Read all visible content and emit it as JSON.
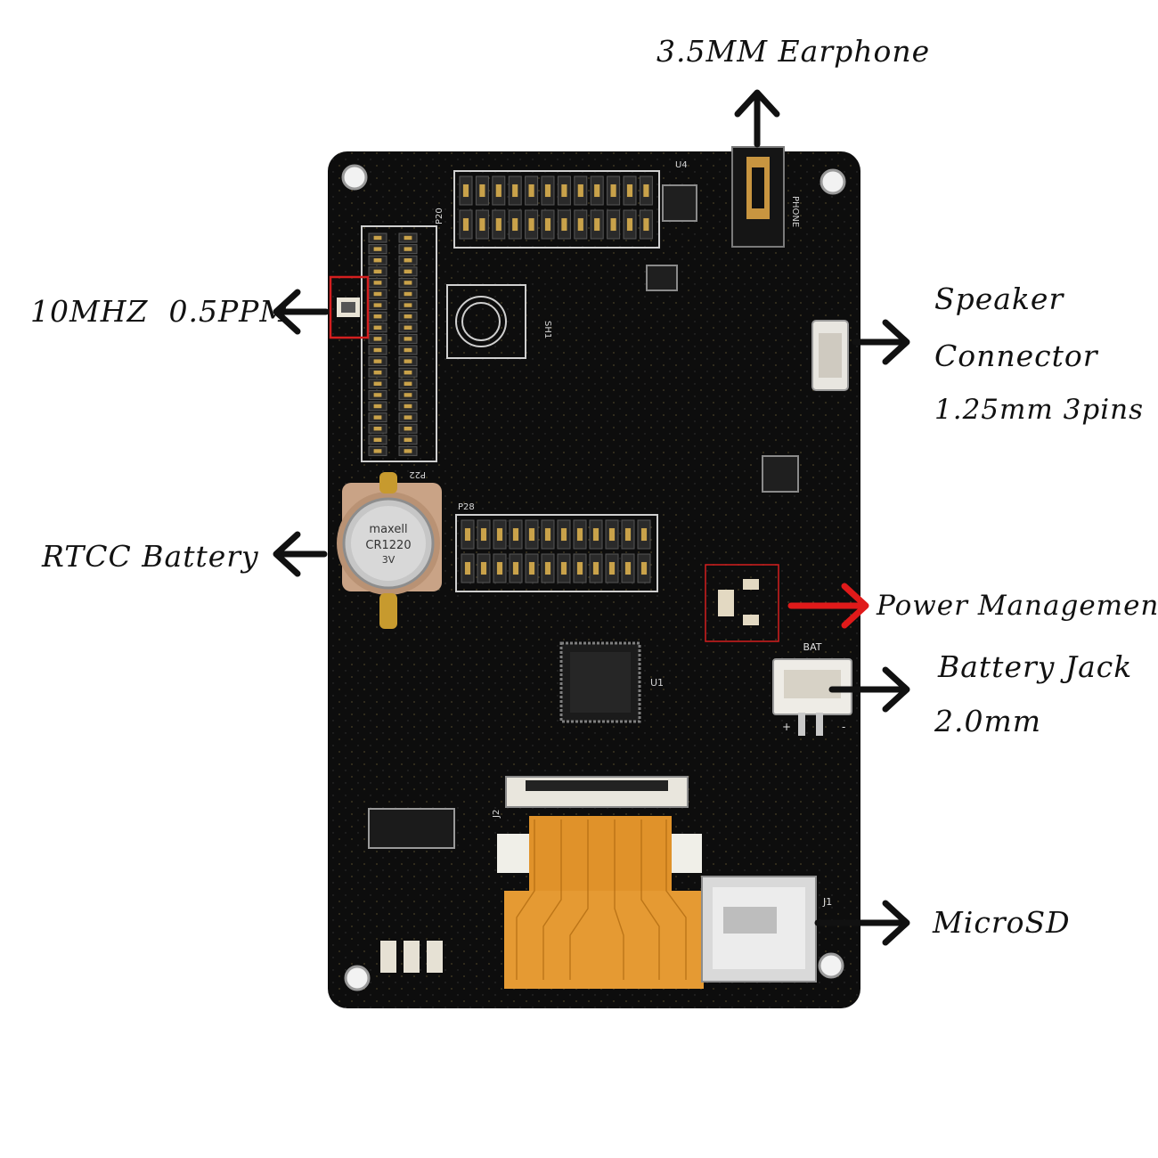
{
  "labels": {
    "earphone": "3.5MM Earphone",
    "crystal": "10MHZ  0.5PPM",
    "speaker_line1": "Speaker",
    "speaker_line2": "Connector",
    "speaker_line3": "1.25mm 3pins",
    "rtcc": "RTCC Battery",
    "power": "Power Management",
    "battery_line1": "Battery Jack",
    "battery_line2": "2.0mm",
    "microsd": "MicroSD"
  },
  "silkscreen": {
    "coin_cell_line1": "maxell",
    "coin_cell_line2": "CR1220",
    "coin_cell_line3": "3V",
    "bat": "BAT",
    "plus": "+",
    "minus": "-",
    "p20": "P20",
    "p22": "P22",
    "p28": "P28",
    "u1": "U1",
    "u4": "U4",
    "j1": "J1",
    "j2": "J2",
    "sh1": "SH1",
    "phone": "PHONE"
  },
  "colors": {
    "board": "#0d0d0d",
    "flex_cable": "#e0922a",
    "highlight_box": "#d41f1f",
    "arrow_black": "#111111",
    "arrow_red": "#e01a1a"
  }
}
